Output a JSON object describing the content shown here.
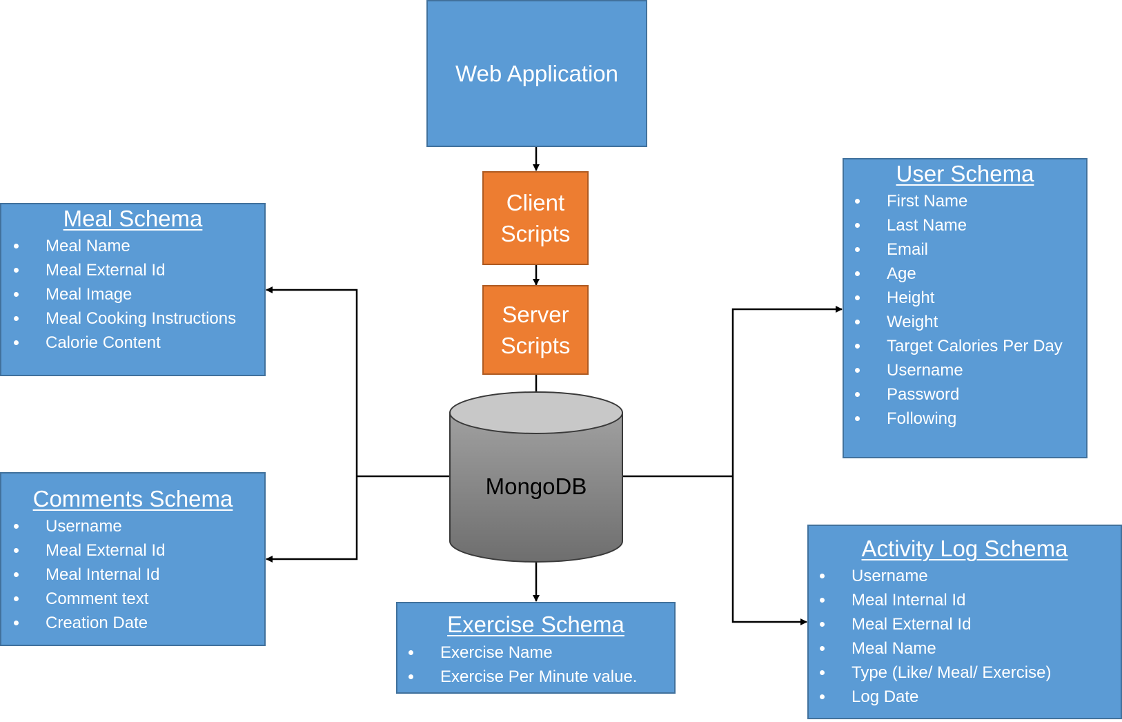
{
  "nodes": {
    "web_app": {
      "label": "Web Application"
    },
    "client_scripts": {
      "label": "Client\nScripts"
    },
    "server_scripts": {
      "label": "Server\nScripts"
    },
    "database": {
      "label": "MongoDB"
    }
  },
  "schemas": {
    "meal": {
      "title": "Meal Schema",
      "fields": [
        "Meal Name",
        "Meal External Id",
        "Meal Image",
        "Meal Cooking Instructions",
        "Calorie Content"
      ]
    },
    "comments": {
      "title": "Comments Schema",
      "fields": [
        "Username",
        "Meal External Id",
        "Meal Internal Id",
        "Comment text",
        "Creation Date"
      ]
    },
    "exercise": {
      "title": "Exercise Schema",
      "fields": [
        "Exercise Name",
        "Exercise Per Minute value."
      ]
    },
    "user": {
      "title": "User Schema",
      "fields": [
        "First Name",
        "Last Name",
        "Email",
        "Age",
        "Height",
        "Weight",
        "Target Calories Per Day",
        "Username",
        "Password",
        "Following"
      ]
    },
    "activity_log": {
      "title": "Activity Log Schema",
      "fields": [
        "Username",
        "Meal Internal Id",
        "Meal External Id",
        "Meal Name",
        "Type (Like/ Meal/ Exercise)",
        "Log Date"
      ]
    }
  },
  "colors": {
    "box_blue": "#5b9bd5",
    "box_blue_border": "#41719c",
    "box_orange": "#ed7d31",
    "box_orange_border": "#ae5a21",
    "db_top": "#c8c8c8",
    "db_body_top": "#a0a0a0",
    "db_body_bottom": "#6e6e6e",
    "connector": "#000000"
  }
}
